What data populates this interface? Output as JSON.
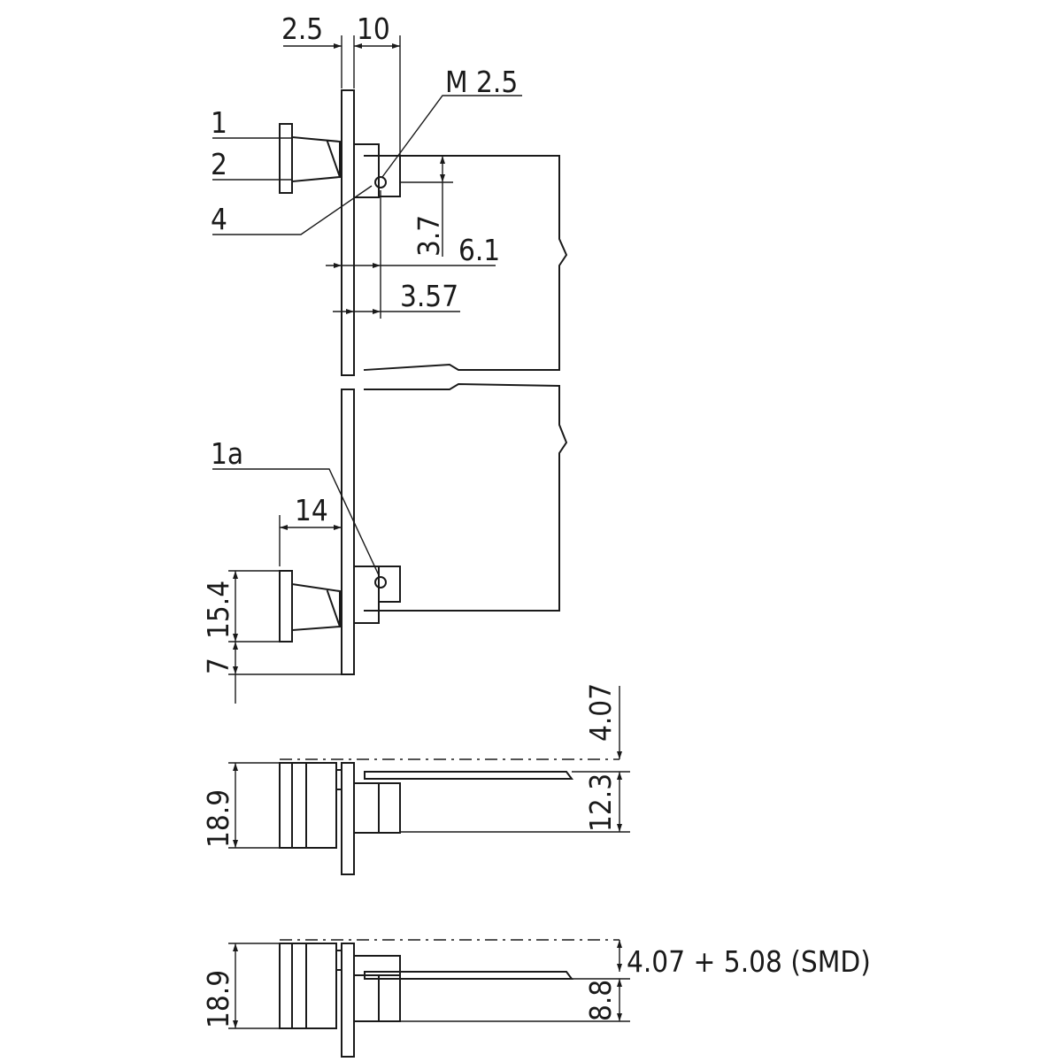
{
  "dimensions": {
    "dim_2_5": "2.5",
    "dim_10": "10",
    "dim_m2_5": "M 2.5",
    "dim_3_7": "3.7",
    "dim_6_1": "6.1",
    "dim_3_57": "3.57",
    "dim_14": "14",
    "dim_15_4": "15.4",
    "dim_7": "7",
    "dim_4_07": "4.07",
    "dim_12_3": "12.3",
    "dim_18_9_a": "18.9",
    "dim_18_9_b": "18.9",
    "dim_8_8": "8.8",
    "dim_smd": "4.07 + 5.08 (SMD)"
  },
  "labels": {
    "part_1": "1",
    "part_2": "2",
    "part_4": "4",
    "part_1a": "1a"
  },
  "colors": {
    "line": "#1a1a1a",
    "background": "#ffffff"
  }
}
